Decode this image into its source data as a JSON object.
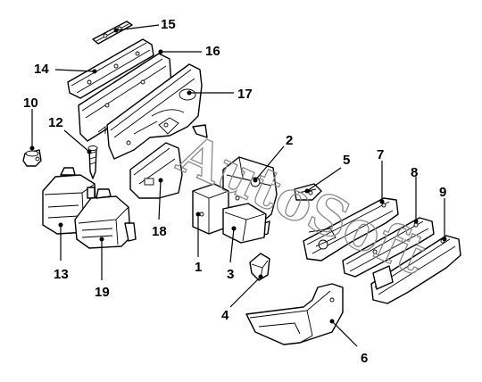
{
  "diagram": {
    "watermark": "AutoSoft",
    "callouts": [
      {
        "id": "p15",
        "label": "15"
      },
      {
        "id": "p16",
        "label": "16"
      },
      {
        "id": "p14",
        "label": "14"
      },
      {
        "id": "p17",
        "label": "17"
      },
      {
        "id": "p10",
        "label": "10"
      },
      {
        "id": "p12",
        "label": "12"
      },
      {
        "id": "p2",
        "label": "2"
      },
      {
        "id": "p5",
        "label": "5"
      },
      {
        "id": "p7",
        "label": "7"
      },
      {
        "id": "p8",
        "label": "8"
      },
      {
        "id": "p9",
        "label": "9"
      },
      {
        "id": "p18",
        "label": "18"
      },
      {
        "id": "p1",
        "label": "1"
      },
      {
        "id": "p3",
        "label": "3"
      },
      {
        "id": "p13",
        "label": "13"
      },
      {
        "id": "p19",
        "label": "19"
      },
      {
        "id": "p4",
        "label": "4"
      },
      {
        "id": "p6",
        "label": "6"
      }
    ]
  }
}
